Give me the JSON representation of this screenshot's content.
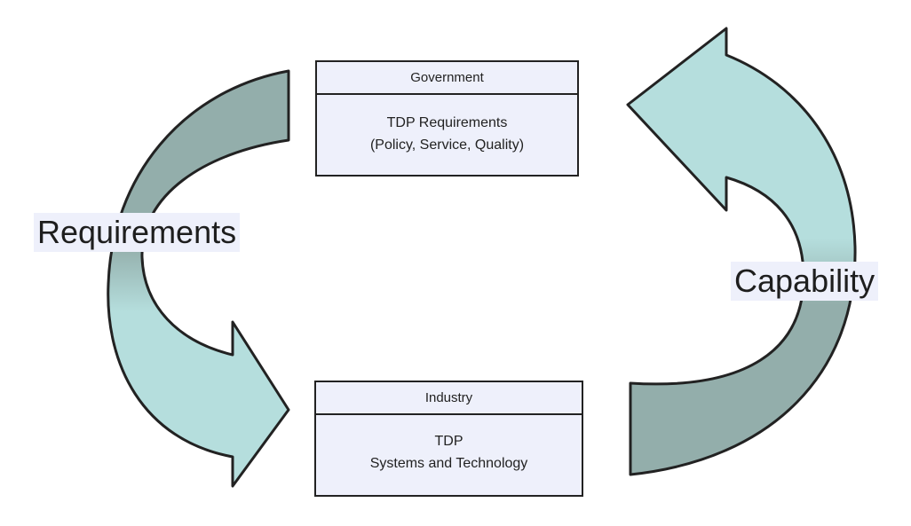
{
  "government_box": {
    "header": "Government",
    "body_lines": [
      "TDP Requirements",
      "(Policy, Service, Quality)"
    ]
  },
  "industry_box": {
    "header": "Industry",
    "body_lines": [
      "TDP",
      "Systems and Technology"
    ]
  },
  "labels": {
    "requirements": "Requirements",
    "capability": "Capability"
  },
  "colors": {
    "arrow_dark": "#93aeab",
    "arrow_light": "#b5dedd",
    "outline": "#222222",
    "box_fill": "#eef0fb",
    "label_fill": "#eef0fb"
  }
}
